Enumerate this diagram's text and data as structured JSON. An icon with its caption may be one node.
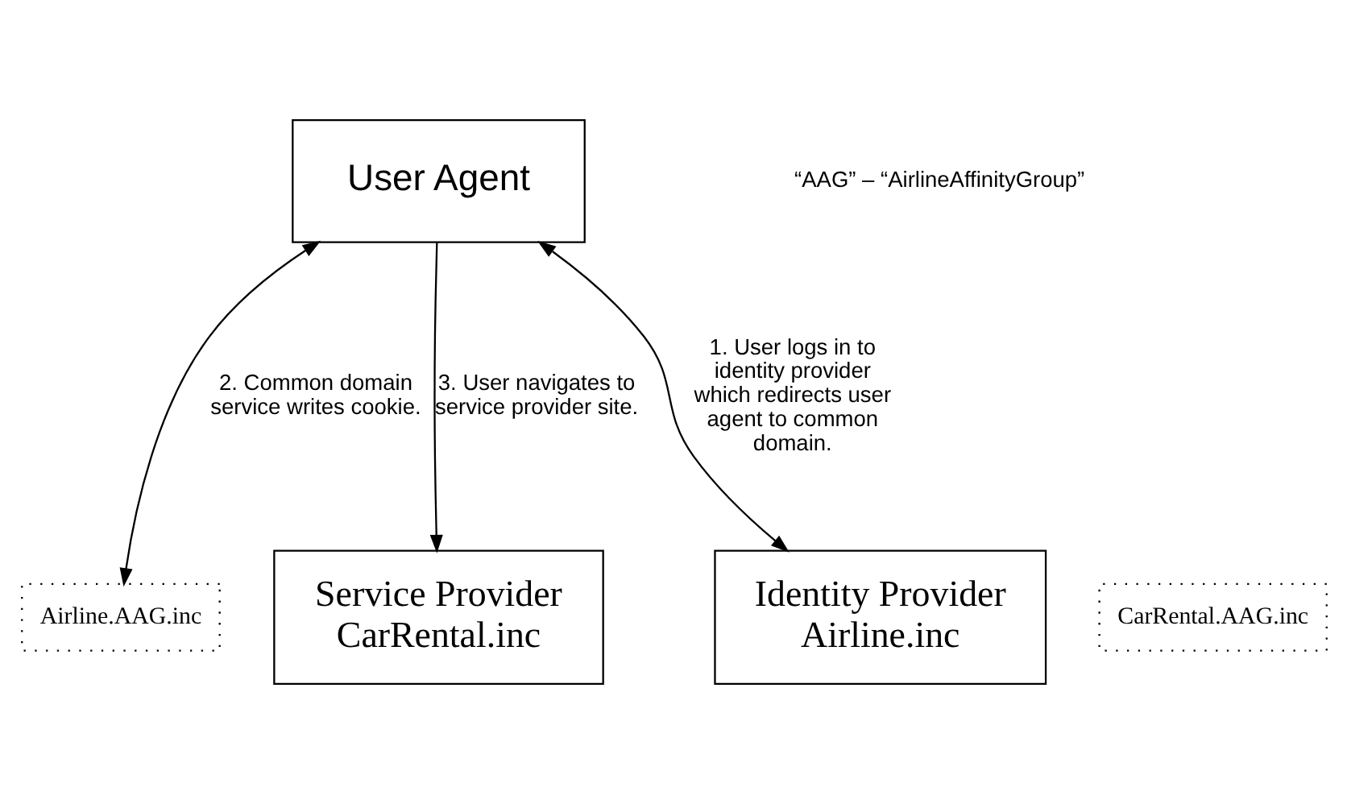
{
  "diagram": {
    "nodes": [
      {
        "text": [
          "Identity Provider",
          "Airline.inc"
        ]
      },
      {
        "text": [
          "Airline.AAG.inc"
        ]
      },
      {
        "text": [
          "Service Provider",
          "CarRental.inc"
        ]
      },
      {
        "text": [
          "CarRental.AAG.inc"
        ]
      },
      {
        "text": [
          "User Agent"
        ]
      }
    ],
    "edges": [
      {
        "from": 4,
        "to": 0,
        "arrow": "both",
        "label": "1. User logs in to identity provider which redirects user agent to common domain."
      },
      {
        "from": 4,
        "to": 1,
        "arrow": "both",
        "label": "2. Common domain service writes cookie."
      },
      {
        "from": 4,
        "to": 2,
        "arrow": "to",
        "label": "3. User navigates to service provider site."
      }
    ],
    "labels": [
      "“AAG” – “AirlineAffinityGroup”"
    ]
  }
}
